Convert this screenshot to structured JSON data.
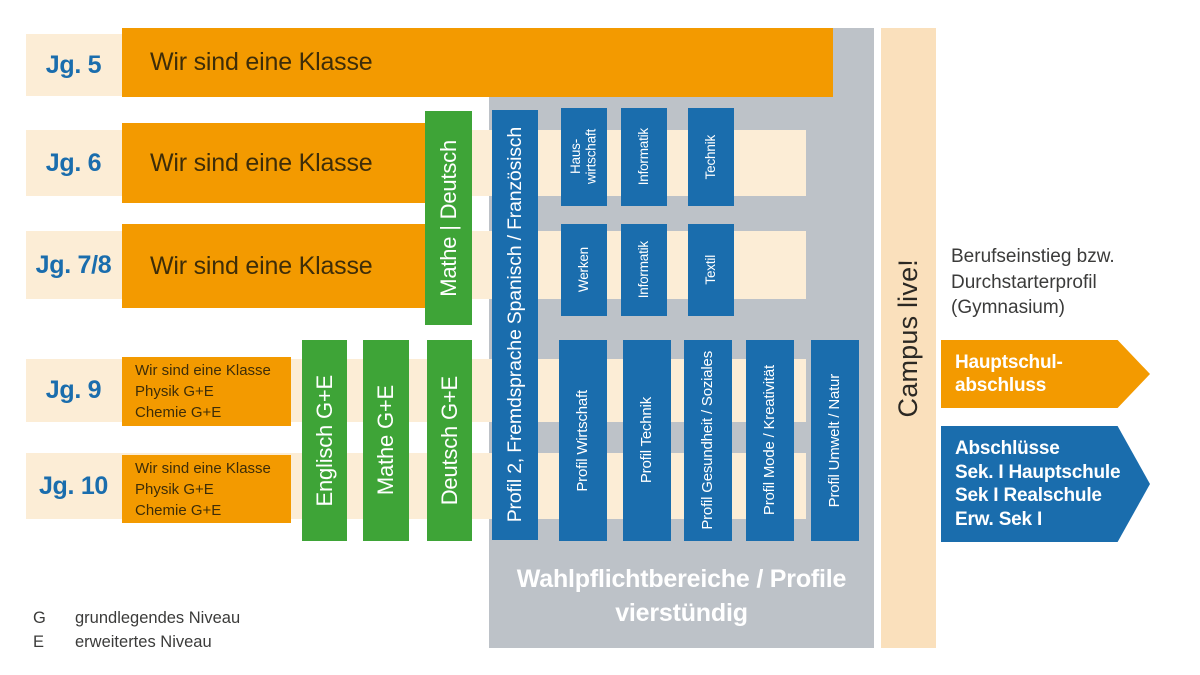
{
  "rows": [
    {
      "label": "Jg. 5",
      "bar": "Wir sind eine Klasse"
    },
    {
      "label": "Jg. 6",
      "bar": "Wir sind eine Klasse"
    },
    {
      "label": "Jg. 7/8",
      "bar": "Wir sind eine Klasse"
    },
    {
      "label": "Jg. 9",
      "bar": "Wir sind eine Klasse\nPhysik G+E\nChemie G+E"
    },
    {
      "label": "Jg. 10",
      "bar": "Wir sind eine Klasse\nPhysik G+E\nChemie G+E"
    }
  ],
  "core_bars": [
    "Mathe | Deutsch",
    "Englisch G+E",
    "Mathe G+E",
    "Deutsch G+E"
  ],
  "choice_bars": {
    "language": "Profil 2, Fremdsprache Spanisch / Französisch",
    "jg6": [
      "Haus-\nwirtschaft",
      "Informatik",
      "Technik"
    ],
    "jg78": [
      "Werken",
      "Informatik",
      "Textil"
    ],
    "profiles": [
      "Profil Wirtschaft",
      "Profil Technik",
      "Profil Gesundheit / Soziales",
      "Profil Mode / Kreativität",
      "Profil Umwelt / Natur"
    ]
  },
  "wahlpflicht_label": "Wahlpflichtbereiche / Profile\nvierstündig",
  "campus_label": "Campus live!",
  "right": {
    "note": "Berufseinstieg bzw.\nDurchstarterprofil\n(Gymnasium)",
    "orange_arrow": "Hauptschul-\nabschluss",
    "blue_arrow": "Abschlüsse\nSek. I Hauptschule\nSek I Realschule\nErw. Sek I"
  },
  "legend": [
    {
      "key": "G",
      "text": "grundlegendes Niveau"
    },
    {
      "key": "E",
      "text": "erweitertes Niveau"
    }
  ],
  "colors": {
    "orange": "#F39A00",
    "green": "#3EA437",
    "blue": "#1A6DAD",
    "gray": "#BDC2C8",
    "row_cream": "#FCEDD6",
    "campus_cream": "#FAE0BC",
    "label_blue": "#1A6DAD",
    "dark_text": "#3E2D08",
    "white": "#FFFFFF"
  }
}
